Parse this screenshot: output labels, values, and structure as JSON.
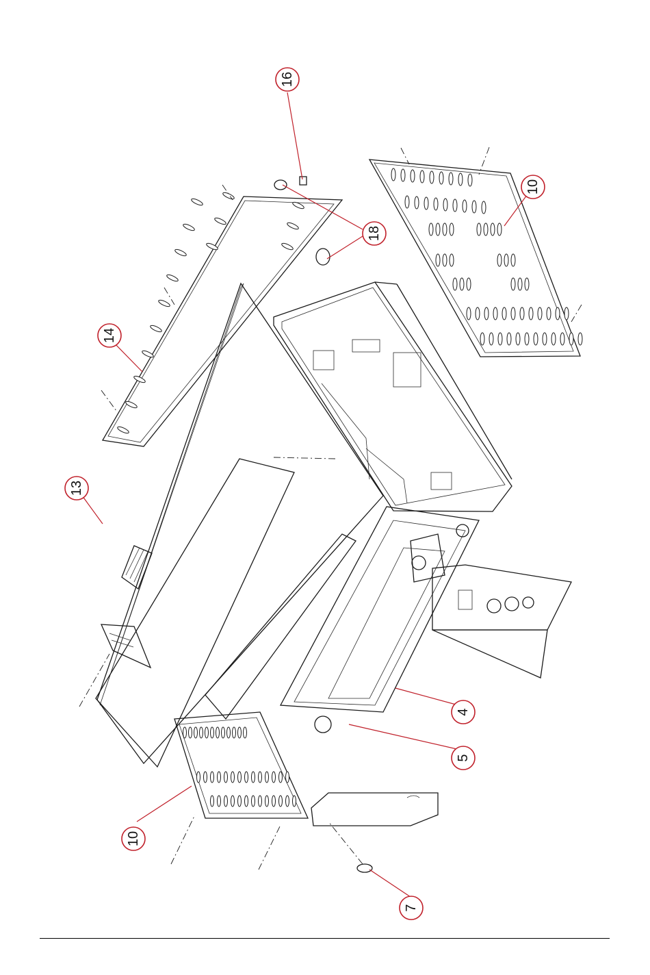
{
  "callouts": [
    {
      "id": "c16",
      "label": "16"
    },
    {
      "id": "c18",
      "label": "18"
    },
    {
      "id": "c14",
      "label": "14"
    },
    {
      "id": "c13",
      "label": "13"
    },
    {
      "id": "c10a",
      "label": "10"
    },
    {
      "id": "c10b",
      "label": "10"
    },
    {
      "id": "c4",
      "label": "4"
    },
    {
      "id": "c5",
      "label": "5"
    },
    {
      "id": "c7",
      "label": "7"
    }
  ],
  "colors": {
    "callout": "#c0202a",
    "line": "#1a1a1a"
  }
}
